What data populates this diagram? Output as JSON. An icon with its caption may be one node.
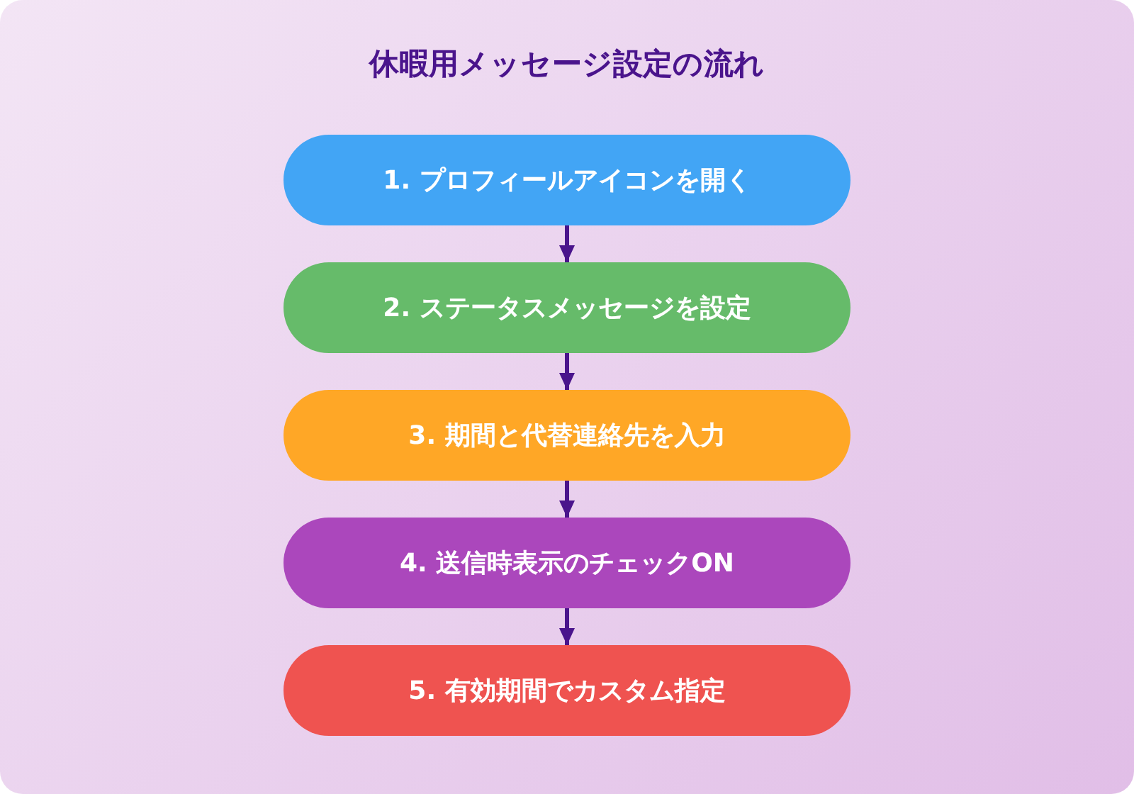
{
  "diagram": {
    "title": "休暇用メッセージ設定の流れ",
    "nodes": [
      {
        "text": [
          "1. プロフィールアイコンを開く"
        ]
      },
      {
        "text": [
          "2. ステータスメッセージを設定"
        ]
      },
      {
        "text": [
          "3. 期間と代替連絡先を入力"
        ]
      },
      {
        "text": [
          "4. 送信時表示のチェックON"
        ]
      },
      {
        "text": [
          "5. 有効期間でカスタム指定"
        ]
      }
    ],
    "edges": [
      {
        "from": 0,
        "to": 1,
        "arrow": "to"
      },
      {
        "from": 1,
        "to": 2,
        "arrow": "to"
      },
      {
        "from": 2,
        "to": 3,
        "arrow": "to"
      },
      {
        "from": 3,
        "to": 4,
        "arrow": "to"
      }
    ]
  }
}
